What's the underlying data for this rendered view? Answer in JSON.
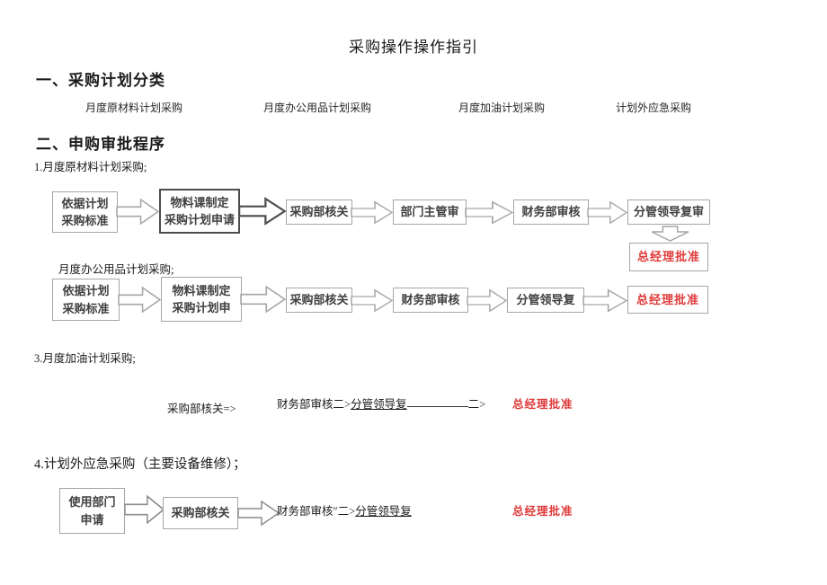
{
  "page": {
    "title": "采购操作操作指引",
    "section1_heading": "一、采购计划分类",
    "section2_heading": "二、申购审批程序"
  },
  "colors": {
    "approval_red": "#e03a3a",
    "box_border_gray": "#a6a6a6"
  },
  "categories": [
    {
      "label": "月度原材料计划采购"
    },
    {
      "label": "月度办公用品计划采购"
    },
    {
      "label": "月度加油计划采购"
    },
    {
      "label": "计划外应急采购"
    }
  ],
  "flow1": {
    "label": "1.月度原材料计划采购;",
    "boxes": [
      "依据计划\n采购标准",
      "物料课制定\n采购计划申请",
      "采购部核关",
      "部门主管审",
      "财务部审核",
      "分管领导复审"
    ],
    "final_step": "总经理批准"
  },
  "flow2": {
    "label": "月度办公用品计划采购;",
    "boxes": [
      "依据计划\n采购标准",
      "物料课制定\n采购计划申",
      "采购部核关",
      "财务部审核",
      "分管领导复"
    ],
    "final_step": "总经理批准"
  },
  "flow3": {
    "label": "3.月度加油计划采购;",
    "step1": "采购部核关=>",
    "step2_prefix": "财务部审核二>",
    "step2_underlined": "分管领导复",
    "connector": "二>",
    "final_step": "总经理批准"
  },
  "flow4": {
    "label": "4.计划外应急采购（主要设备维修）；",
    "boxes": [
      "使用部门\n申请",
      "采购部核关"
    ],
    "step_prefix": "财务部审核″二>",
    "step_underlined": "分管领导复",
    "final_step": "总经理批准"
  }
}
